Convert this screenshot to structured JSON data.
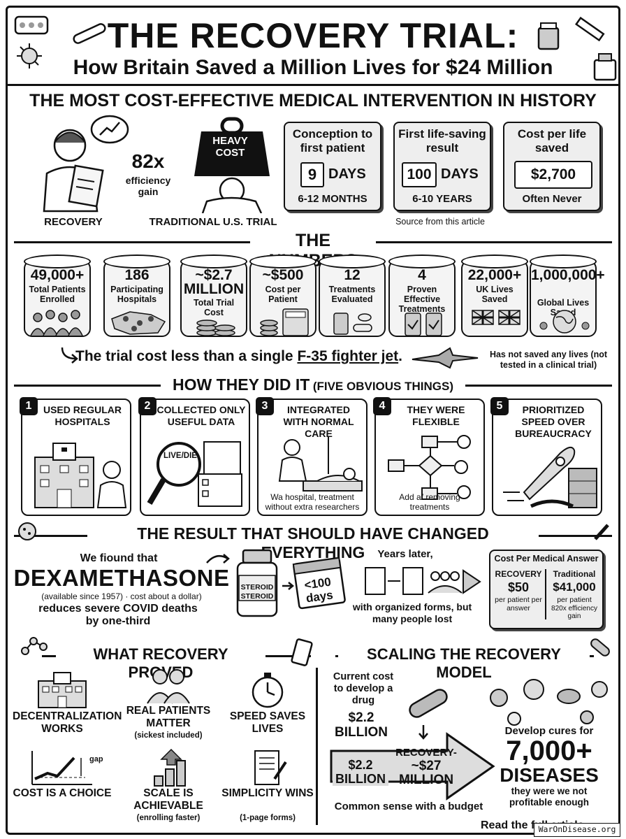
{
  "header": {
    "title": "THE RECOVERY TRIAL:",
    "subtitle": "How Britain Saved a Million Lives for $24 Million"
  },
  "cost_effective": {
    "heading": "THE MOST COST-EFFECTIVE MEDICAL INTERVENTION IN HISTORY",
    "efficiency_value": "82x",
    "efficiency_label": "efficiency gain",
    "weight_label": "HEAVY COST",
    "recovery_label": "RECOVERY",
    "traditional_label": "TRADITIONAL U.S. TRIAL",
    "cards": [
      {
        "title": "Conception to first patient",
        "number": "9",
        "unit": "DAYS",
        "compare": "6-12 MONTHS"
      },
      {
        "title": "First life-saving result",
        "number": "100",
        "unit": "DAYS",
        "compare": "6-10 YEARS"
      },
      {
        "title": "Cost per life saved",
        "number": "$2,700",
        "unit": "",
        "compare": "Often Never"
      }
    ],
    "source": "Source from this article"
  },
  "numbers": {
    "heading": "THE NUMBERS",
    "items": [
      {
        "value": "49,000+",
        "label": "Total Patients Enrolled",
        "icon": "crowd-icon"
      },
      {
        "value": "186",
        "label": "Participating Hospitals",
        "icon": "map-pins-icon"
      },
      {
        "value": "~$2.7 MILLION",
        "label": "Total Trial Cost",
        "icon": "coins-icon"
      },
      {
        "value": "~$500",
        "label": "Cost per Patient",
        "icon": "calculator-icon"
      },
      {
        "value": "12",
        "label": "Treatments Evaluated",
        "icon": "pills-icon"
      },
      {
        "value": "4",
        "label": "Proven Effective Treatments",
        "icon": "vials-icon"
      },
      {
        "value": "22,000+",
        "label": "UK Lives Saved",
        "icon": "uk-flag-icon"
      },
      {
        "value": "1,000,000+",
        "label": "Global Lives Saved",
        "icon": "globe-icon"
      }
    ],
    "f35_prefix": "The trial cost less than a single",
    "f35_link": "F-35 fighter jet",
    "f35_suffix": ".",
    "f35_note": "Has not saved any lives (not tested in a clinical trial)"
  },
  "how": {
    "heading": "HOW THEY DID IT",
    "heading_sub": "(FIVE OBVIOUS THINGS)",
    "steps": [
      {
        "num": "1",
        "label": "USED REGULAR HOSPITALS",
        "caption": ""
      },
      {
        "num": "2",
        "label": "COLLECTED ONLY USEFUL DATA",
        "caption": "",
        "tag": "LIVE/DIE"
      },
      {
        "num": "3",
        "label": "INTEGRATED WITH NORMAL CARE",
        "caption": "Wa hospital, treatment without extra researchers"
      },
      {
        "num": "4",
        "label": "THEY WERE FLEXIBLE",
        "caption": "Add a/ removing treatments"
      },
      {
        "num": "5",
        "label": "PRIORITIZED SPEED OVER BUREAUCRACY",
        "caption": ""
      }
    ]
  },
  "result": {
    "heading": "THE RESULT THAT SHOULD HAVE CHANGED EVERYTHING",
    "found": "We fiound that",
    "drug": "DEXAMETHASONE",
    "drug_note": "(available since 1957) · cost about a dollar)",
    "effect": "reduces severe COVID deaths by one-third",
    "bottle_label": "STEROID STEROID",
    "calendar_label": "<100 days",
    "years_later": "Years later,",
    "forms_note": "with organized forms, but many people lost",
    "cost_box": {
      "title": "Cost Per Medical Answer",
      "left_name": "RECOVERY",
      "left_value": "$50",
      "left_note": "per patient per answer",
      "right_name": "Traditional",
      "right_value": "$41,000",
      "right_note": "per patient",
      "gain_note": "820x efficiency gain"
    }
  },
  "proved": {
    "heading": "WHAT RECOVERY PROVED",
    "items": [
      {
        "label": "DECENTRALIZATION WORKS",
        "note": "",
        "icon": "hospital-icon"
      },
      {
        "label": "REAL PATIENTS MATTER",
        "note": "(sickest included)",
        "icon": "people-icon"
      },
      {
        "label": "SPEED SAVES LIVES",
        "note": "",
        "icon": "stopwatch-icon"
      },
      {
        "label": "COST IS A CHOICE",
        "note": "",
        "icon": "chart-icon",
        "gap": "gap"
      },
      {
        "label": "SCALE IS ACHIEVABLE",
        "note": "(enrolling faster)",
        "icon": "bars-icon"
      },
      {
        "label": "SIMPLICITY WINS",
        "note": "(1-page forms)",
        "icon": "form-icon"
      }
    ]
  },
  "scaling": {
    "heading": "SCALING THE RECOVERY MODEL",
    "current_label": "Current cost to develop a drug",
    "current_value": "$2.2 BILLION",
    "left_value": "$2.2 BILLION",
    "recovery_label": "RECOVERY-",
    "recovery_value": "~$27 MILLION",
    "common_sense": "Common sense with a budget",
    "develop": "Develop cures for",
    "diseases_count": "7,000+",
    "diseases_word": "DISEASES",
    "diseases_note": "they were we not profitable enough"
  },
  "footer": {
    "read": "Read the full article",
    "brand": "WarOnDisease.org"
  }
}
